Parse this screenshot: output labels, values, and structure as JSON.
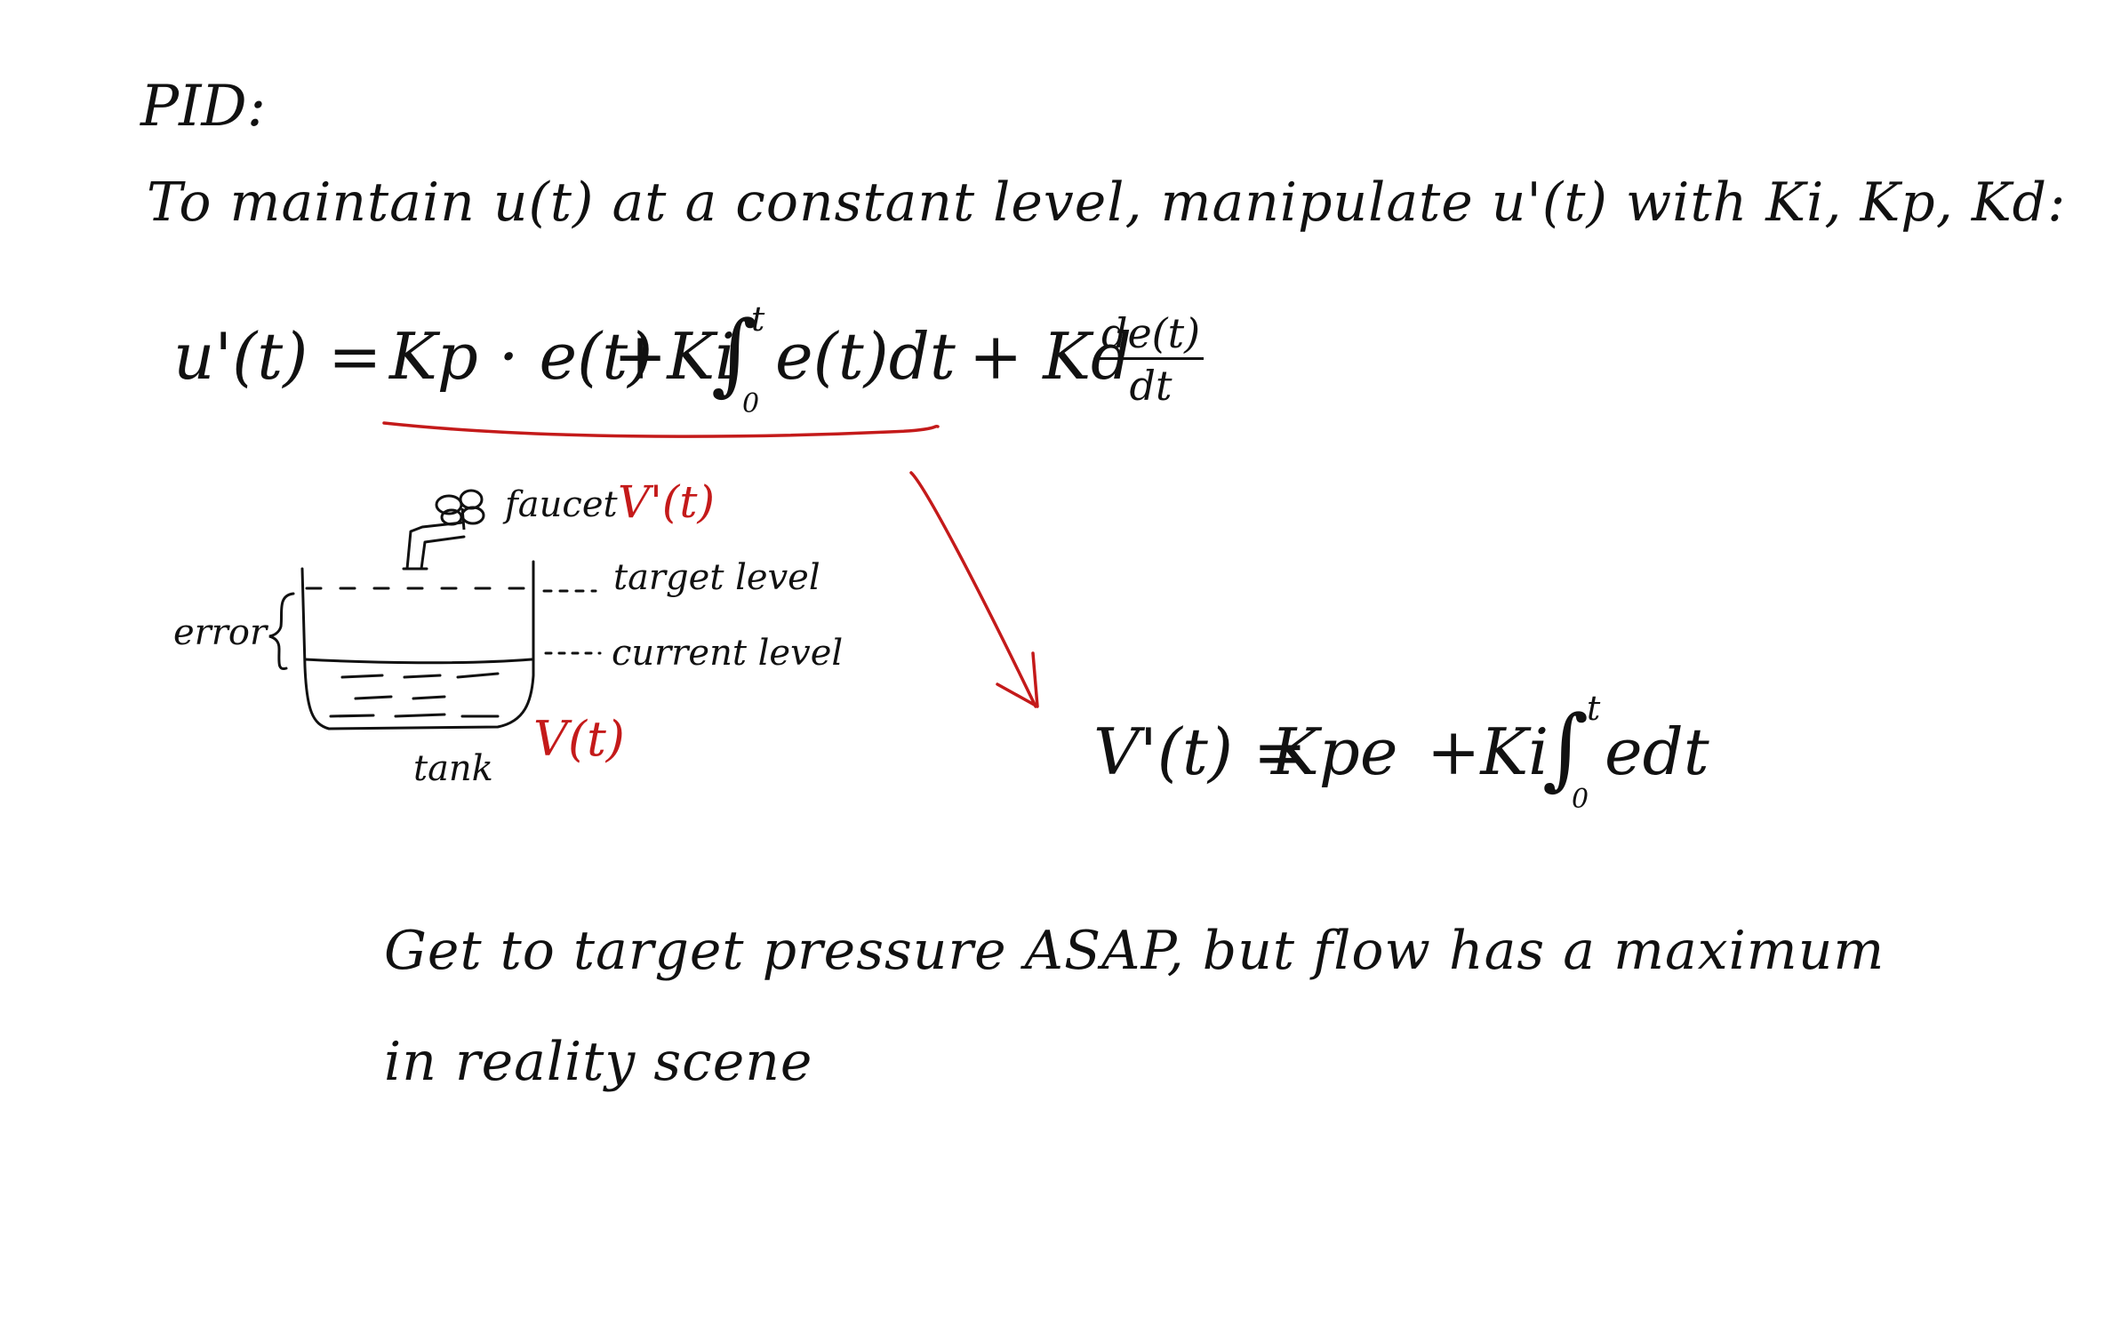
{
  "heading": "PID:",
  "intro": "To maintain u(t) at a constant level, manipulate u'(t) with Ki, Kp, Kd:",
  "equation_pid": {
    "lhs": "u'(t) =",
    "p_term": "Kp · e(t)",
    "i_coef": "+Ki",
    "integral": "∫",
    "upper": "t",
    "lower": "0",
    "i_body": "e(t)dt",
    "d_coef": "+ Kd",
    "d_num": "de(t)",
    "d_den": "dt"
  },
  "diagram": {
    "faucet_label": "faucet",
    "faucet_var": "V'(t)",
    "target_label": "target level",
    "current_label": "current level",
    "error_label": "error",
    "tank_label": "tank",
    "tank_var": "V(t)"
  },
  "equation_pi": {
    "lhs": "V'(t) =",
    "p_term": "Kpe",
    "i_coef": "+Ki",
    "integral": "∫",
    "upper": "t",
    "lower": "0",
    "i_body": "edt"
  },
  "note_line1": "Get to target pressure ASAP, but flow has a maximum",
  "note_line2": "in reality scene",
  "colors": {
    "ink": "#111111",
    "accent": "#c41a1a",
    "background": "#ffffff"
  }
}
